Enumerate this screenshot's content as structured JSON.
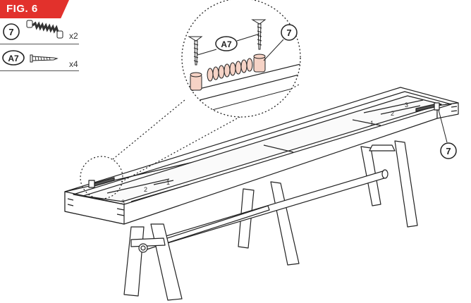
{
  "figure": {
    "label": "FIG. 6"
  },
  "parts": [
    {
      "id": "7",
      "name": "spring-bumper-assembly",
      "quantity": "x2"
    },
    {
      "id": "A7",
      "name": "screw",
      "quantity": "x4"
    }
  ],
  "callouts": {
    "detail_screw": "A7",
    "detail_bumper": "7",
    "table_bumper": "7"
  },
  "lane_numbers": {
    "near": [
      "3",
      "2",
      "1"
    ],
    "far": [
      "1",
      "2",
      "3"
    ]
  },
  "colors": {
    "accent": "#e2312c",
    "bumper_pad": "#f6d3c6",
    "line": "#222222"
  }
}
